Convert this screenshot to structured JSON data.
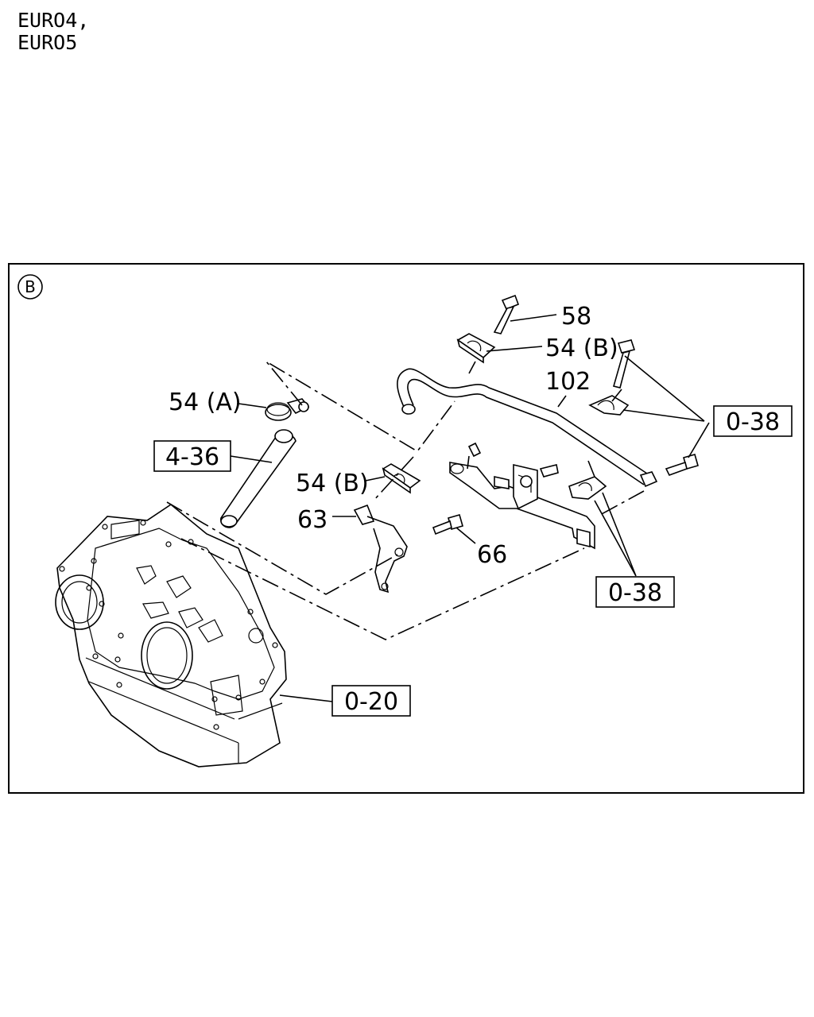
{
  "header": {
    "line1": "EURO4,",
    "line2": "EURO5"
  },
  "diagram": {
    "view_marker": "B",
    "callouts": {
      "p58": "58",
      "p54b_top": "54 (B)",
      "p102": "102",
      "p54a": "54 (A)",
      "p54b_mid": "54 (B)",
      "p63": "63",
      "p66": "66"
    },
    "ref_boxes": {
      "r436": "4-36",
      "r038_right": "0-38",
      "r038_bottom": "0-38",
      "r020": "0-20"
    }
  }
}
